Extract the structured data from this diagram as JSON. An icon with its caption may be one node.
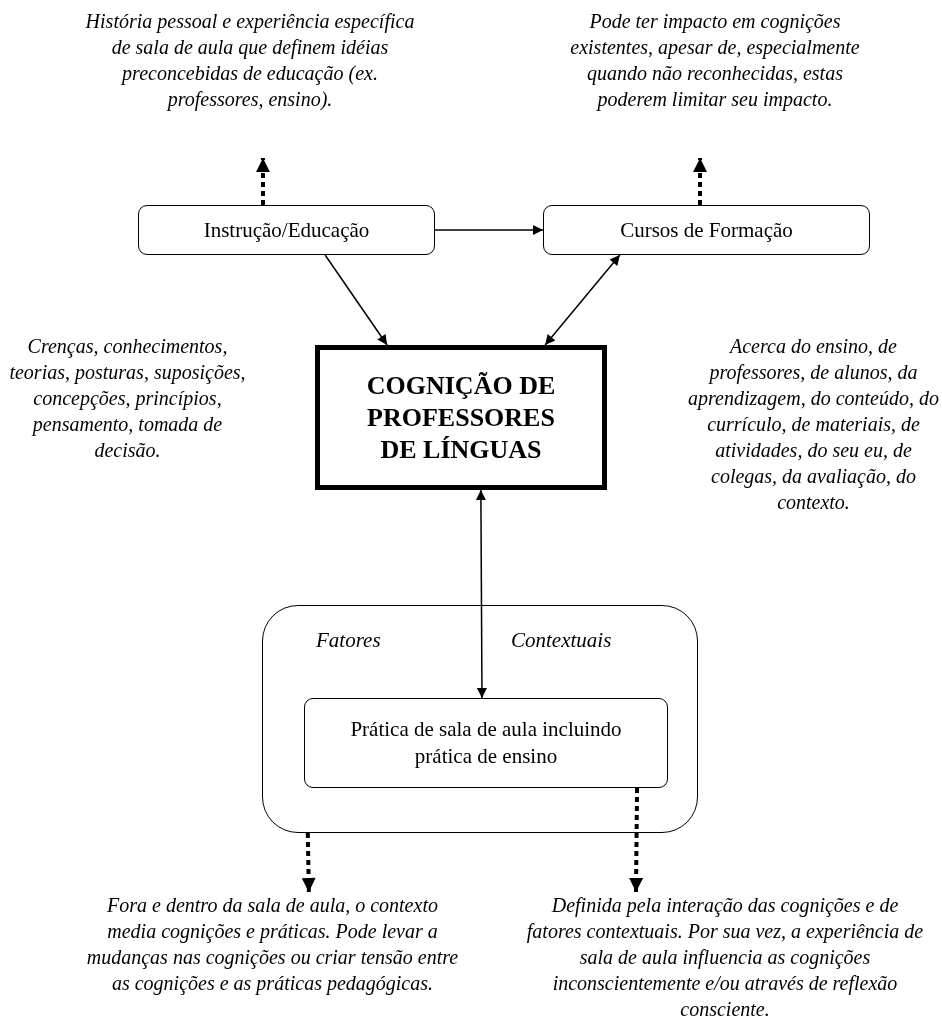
{
  "diagram": {
    "nodes": [
      {
        "text": [
          "História pessoal e experiência específica de sala de aula que definem idéias preconcebidas de educação (ex. professores, ensino)."
        ]
      },
      {
        "text": [
          "Pode ter impacto em cognições existentes, apesar de, especialmente quando não reconhecidas, estas poderem limitar seu impacto."
        ]
      },
      {
        "text": [
          "Instrução/Educação"
        ]
      },
      {
        "text": [
          "Cursos de Formação"
        ]
      },
      {
        "text": [
          "COGNIÇÃO DE PROFESSORES DE LÍNGUAS"
        ]
      },
      {
        "text": [
          "Fatores",
          "Contextuais"
        ]
      },
      {
        "text": [
          "Prática de sala de aula incluindo prática de ensino"
        ],
        "in": 5
      },
      {
        "text": [
          "Fora e dentro da sala de aula, o contexto media cognições e práticas. Pode levar a mudanças nas cognições ou criar tensão entre as cognições e as práticas pedagógicas."
        ]
      },
      {
        "text": [
          "Definida pela interação das cognições e de fatores contextuais. Por sua vez, a experiência de sala de aula influencia as cognições inconscientemente e/ou através de reflexão consciente."
        ]
      }
    ],
    "edges": [
      {
        "from": 2,
        "to": 0,
        "arrow": "to",
        "style": "dashed"
      },
      {
        "from": 3,
        "to": 1,
        "arrow": "to",
        "style": "dashed"
      },
      {
        "from": 2,
        "to": 3,
        "arrow": "to"
      },
      {
        "from": 2,
        "to": 4,
        "arrow": "to"
      },
      {
        "from": 3,
        "to": 4,
        "arrow": "both"
      },
      {
        "from": 4,
        "to": 6,
        "arrow": "both"
      },
      {
        "from": 5,
        "to": 7,
        "arrow": "to",
        "style": "dashed"
      },
      {
        "from": 6,
        "to": 8,
        "arrow": "to",
        "style": "dashed"
      }
    ],
    "labels": [
      "Crenças, conhecimentos, teorias, posturas, suposições, concepções, princípios, pensamento, tomada de decisão.",
      "Acerca do ensino, de professores, de alunos, da aprendizagem, do conteúdo, do currículo, de materiais, de atividades, do seu eu, de colegas, da avaliação, do contexto."
    ]
  }
}
